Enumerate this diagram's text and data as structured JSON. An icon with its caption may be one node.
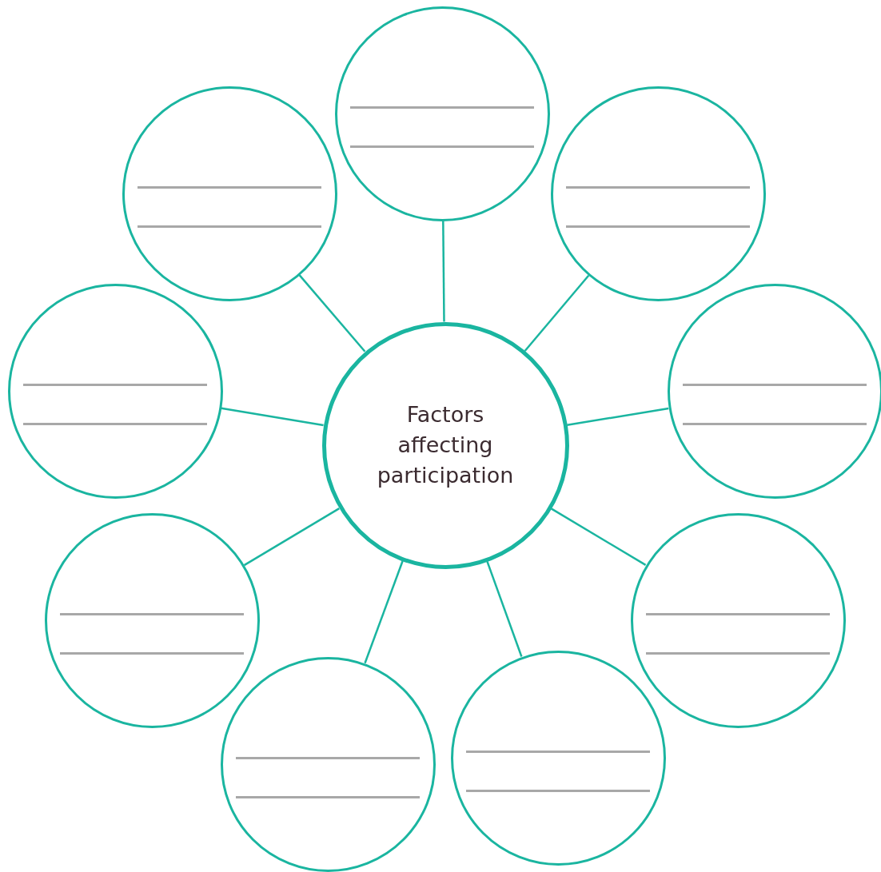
{
  "diagram": {
    "nodes": [
      {
        "text": [
          "Factors affecting participation"
        ]
      },
      {
        "text": [],
        "shape": "circle"
      },
      {
        "text": [],
        "shape": "circle"
      },
      {
        "text": [],
        "shape": "circle"
      },
      {
        "text": [],
        "shape": "circle"
      },
      {
        "text": [],
        "shape": "circle"
      },
      {
        "text": [],
        "shape": "circle"
      },
      {
        "text": [],
        "shape": "circle"
      },
      {
        "text": [],
        "shape": "circle"
      },
      {
        "text": [],
        "shape": "circle"
      }
    ],
    "edges": [
      {
        "from": 0,
        "to": 1,
        "arrow": "none"
      },
      {
        "from": 0,
        "to": 3,
        "arrow": "none"
      },
      {
        "from": 0,
        "to": 5,
        "arrow": "none"
      },
      {
        "from": 0,
        "to": 7,
        "arrow": "none"
      },
      {
        "from": 0,
        "to": 9,
        "arrow": "none"
      },
      {
        "from": 0,
        "to": 8,
        "arrow": "none"
      },
      {
        "from": 0,
        "to": 6,
        "arrow": "none"
      },
      {
        "from": 0,
        "to": 4,
        "arrow": "none"
      },
      {
        "from": 0,
        "to": 2,
        "arrow": "none"
      }
    ]
  }
}
